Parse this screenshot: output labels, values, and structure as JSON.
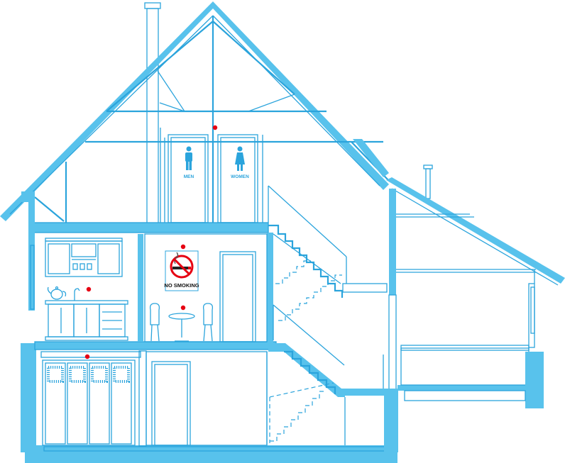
{
  "signs": {
    "men": "MEN",
    "women": "WOMEN",
    "no_smoking": "NO SMOKING"
  },
  "colors": {
    "structure": "#58c2ec",
    "line": "#2ba4dc",
    "marker": "#e60012",
    "background": "#ffffff"
  },
  "icons": [
    "men-restroom-icon",
    "women-restroom-icon",
    "no-smoking-icon",
    "teapot-icon",
    "chair-icon",
    "table-icon"
  ],
  "markers": [
    "attic-marker",
    "kitchen-marker",
    "no-smoking-marker",
    "dining-marker",
    "storage-marker"
  ]
}
